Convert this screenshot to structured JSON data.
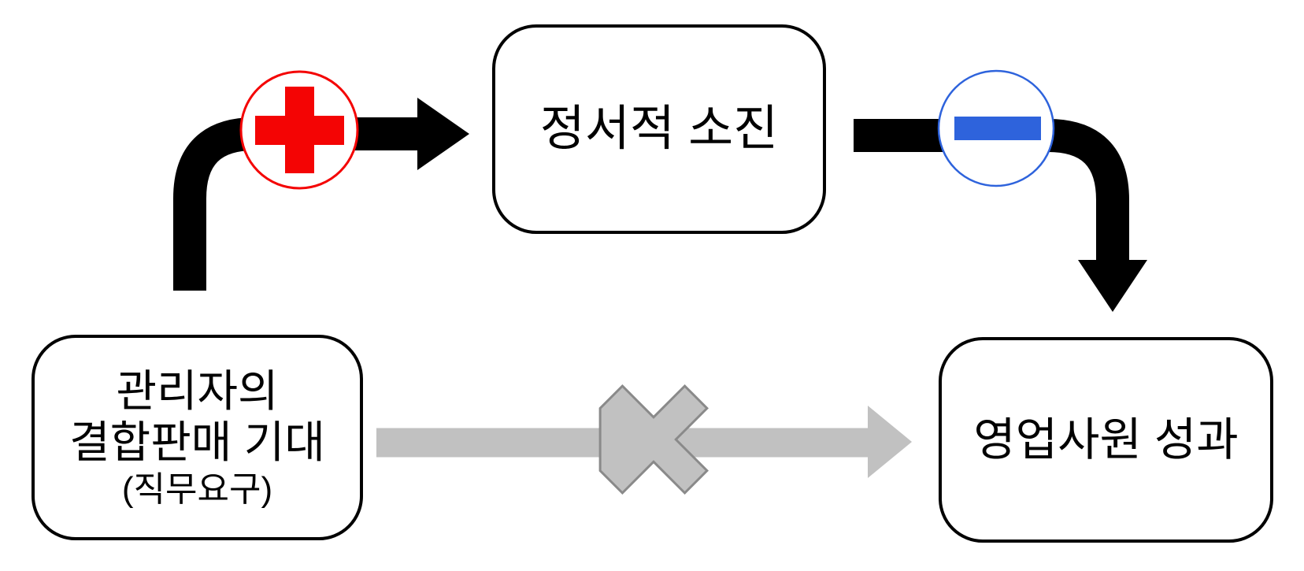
{
  "nodes": {
    "mediator": {
      "label": "정서적 소진"
    },
    "antecedent": {
      "line1": "관리자의",
      "line2": "결합판매 기대",
      "sub": "(직무요구)"
    },
    "outcome": {
      "label": "영업사원 성과"
    }
  },
  "paths": {
    "positive": {
      "sign": "+",
      "from": "관리자의 결합판매 기대 (직무요구)",
      "to": "정서적 소진"
    },
    "negative": {
      "sign": "−",
      "from": "정서적 소진",
      "to": "영업사원 성과"
    },
    "direct": {
      "sign": "×",
      "from": "관리자의 결합판매 기대 (직무요구)",
      "to": "영업사원 성과"
    }
  },
  "colors": {
    "black": "#000000",
    "white": "#ffffff",
    "red": "#f40404",
    "blue": "#2e63dc",
    "gray": "#c1c1c1",
    "gray_outline": "#8a8a8a"
  }
}
